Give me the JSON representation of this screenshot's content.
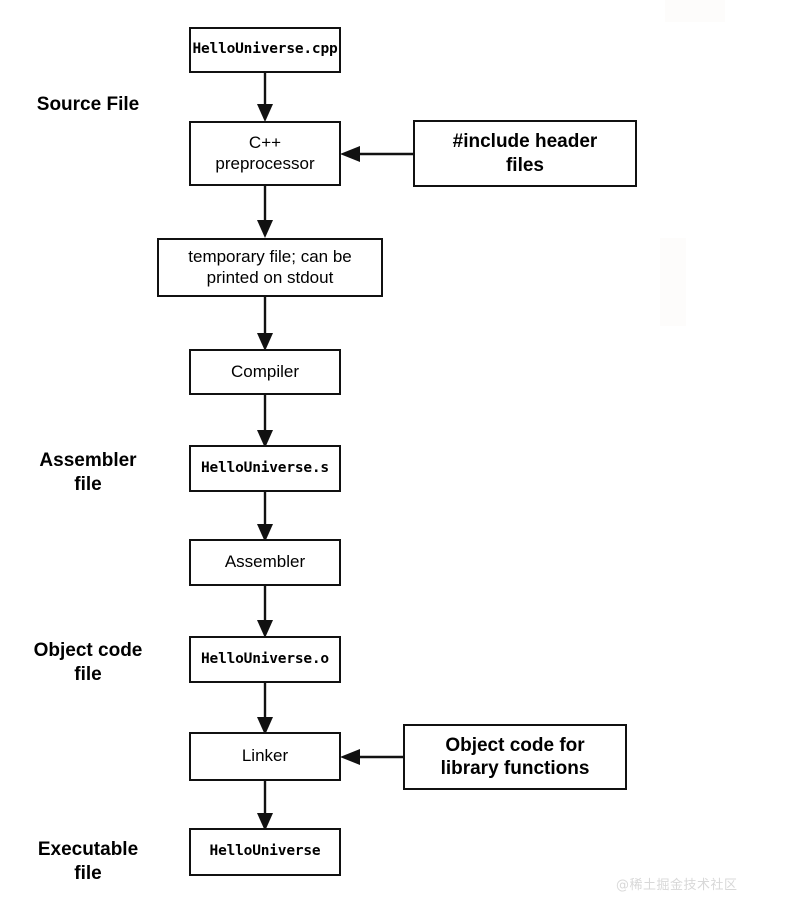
{
  "diagram": {
    "title": "C++ compilation pipeline",
    "type": "flowchart",
    "stroke_color": "#111111",
    "background_color": "#ffffff",
    "captions": [
      {
        "id": "source-file",
        "text": "Source File"
      },
      {
        "id": "assembler-file",
        "text": "Assembler\nfile"
      },
      {
        "id": "object-code-file",
        "text": "Object code\nfile"
      },
      {
        "id": "executable-file",
        "text": "Executable\nfile"
      }
    ],
    "nodes": [
      {
        "id": "hellouniverse-cpp",
        "text": "HelloUniverse.cpp",
        "style": "mono"
      },
      {
        "id": "cpp-preprocessor",
        "text": "C++\npreprocessor",
        "style": "plain"
      },
      {
        "id": "include-header-files",
        "text": "#include header\nfiles",
        "style": "bold"
      },
      {
        "id": "temporary-file",
        "text": "temporary file; can be\nprinted on stdout",
        "style": "plain"
      },
      {
        "id": "compiler",
        "text": "Compiler",
        "style": "plain"
      },
      {
        "id": "hellouniverse-s",
        "text": "HelloUniverse.s",
        "style": "mono"
      },
      {
        "id": "assembler",
        "text": "Assembler",
        "style": "plain"
      },
      {
        "id": "hellouniverse-o",
        "text": "HelloUniverse.o",
        "style": "mono"
      },
      {
        "id": "linker",
        "text": "Linker",
        "style": "plain"
      },
      {
        "id": "object-code-library",
        "text": "Object code for\nlibrary functions",
        "style": "bold"
      },
      {
        "id": "hellouniverse-exe",
        "text": "HelloUniverse",
        "style": "mono"
      }
    ],
    "edges": [
      {
        "from": "hellouniverse-cpp",
        "to": "cpp-preprocessor",
        "direction": "down"
      },
      {
        "from": "include-header-files",
        "to": "cpp-preprocessor",
        "direction": "left"
      },
      {
        "from": "cpp-preprocessor",
        "to": "temporary-file",
        "direction": "down"
      },
      {
        "from": "temporary-file",
        "to": "compiler",
        "direction": "down"
      },
      {
        "from": "compiler",
        "to": "hellouniverse-s",
        "direction": "down"
      },
      {
        "from": "hellouniverse-s",
        "to": "assembler",
        "direction": "down"
      },
      {
        "from": "assembler",
        "to": "hellouniverse-o",
        "direction": "down"
      },
      {
        "from": "hellouniverse-o",
        "to": "linker",
        "direction": "down"
      },
      {
        "from": "object-code-library",
        "to": "linker",
        "direction": "left"
      },
      {
        "from": "linker",
        "to": "hellouniverse-exe",
        "direction": "down"
      }
    ]
  },
  "watermark": {
    "text": "@稀土掘金技术社区"
  }
}
